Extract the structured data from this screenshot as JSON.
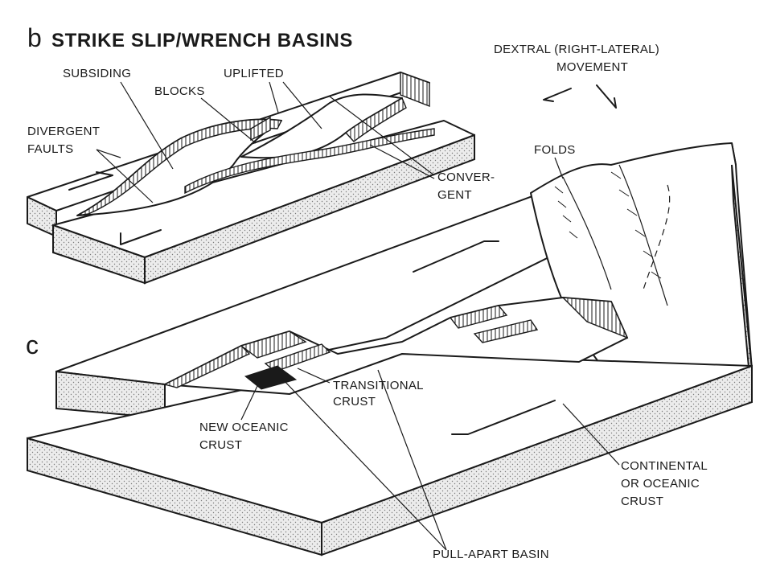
{
  "panel_b": {
    "letter": "b",
    "title": "STRIKE SLIP/WRENCH BASINS",
    "labels": {
      "subsiding": "SUBSIDING",
      "blocks": "BLOCKS",
      "uplifted": "UPLIFTED",
      "divergent": "DIVERGENT",
      "faults": "FAULTS",
      "conver": "CONVER-",
      "gent": "GENT"
    }
  },
  "panel_c": {
    "letter": "c",
    "labels": {
      "dextral": "DEXTRAL (RIGHT-LATERAL)",
      "movement": "MOVEMENT",
      "folds": "FOLDS",
      "transitional": "TRANSITIONAL",
      "transitional_crust": "CRUST",
      "new_oceanic": "NEW OCEANIC",
      "new_oceanic_crust": "CRUST",
      "continental": "CONTINENTAL",
      "or_oceanic": "OR OCEANIC",
      "cont_crust": "CRUST",
      "pull_apart": "PULL-APART BASIN"
    }
  },
  "colors": {
    "ink": "#1a1a1a",
    "background": "#ffffff",
    "shade": "#e6e6e6"
  }
}
